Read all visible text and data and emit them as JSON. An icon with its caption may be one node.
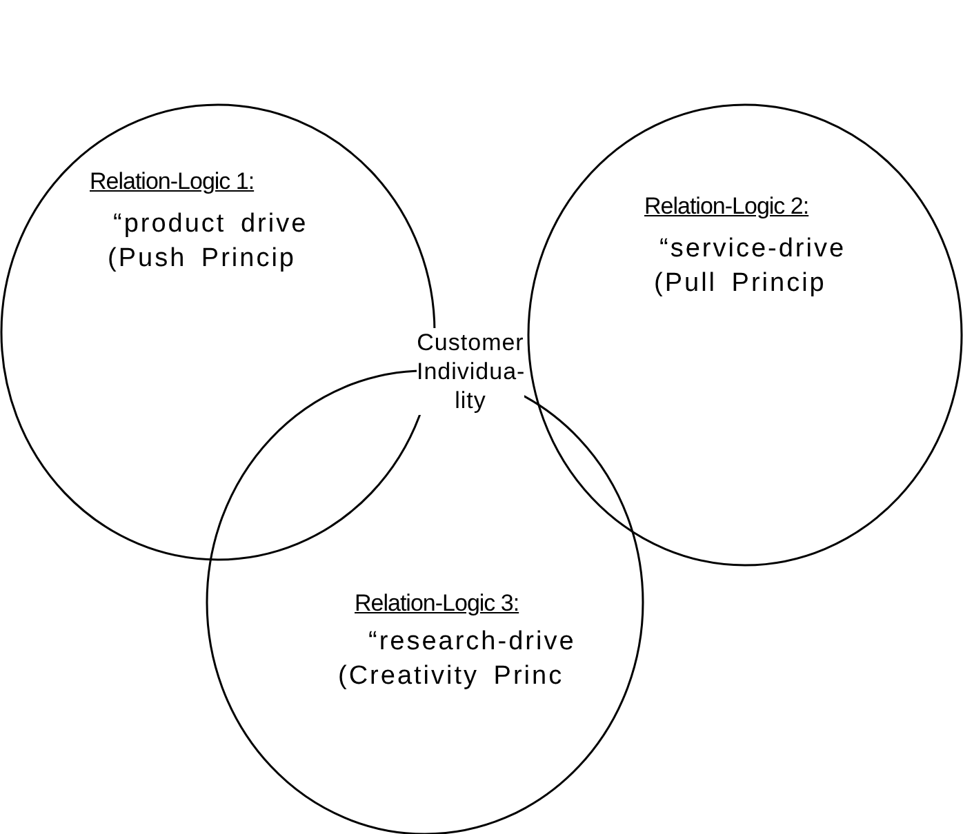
{
  "diagram": {
    "nodes": [
      {
        "text": [
          "Relation-Logic 1:",
          "“product drive (Push Princip"
        ]
      },
      {
        "text": [
          "Relation-Logic 2:",
          "“service-drive (Pull Princip"
        ]
      },
      {
        "text": [
          "Relation-Logic 3:",
          "“research-drive (Creativity Princ"
        ]
      }
    ],
    "labels": [
      "Customer Individua- lity"
    ]
  }
}
